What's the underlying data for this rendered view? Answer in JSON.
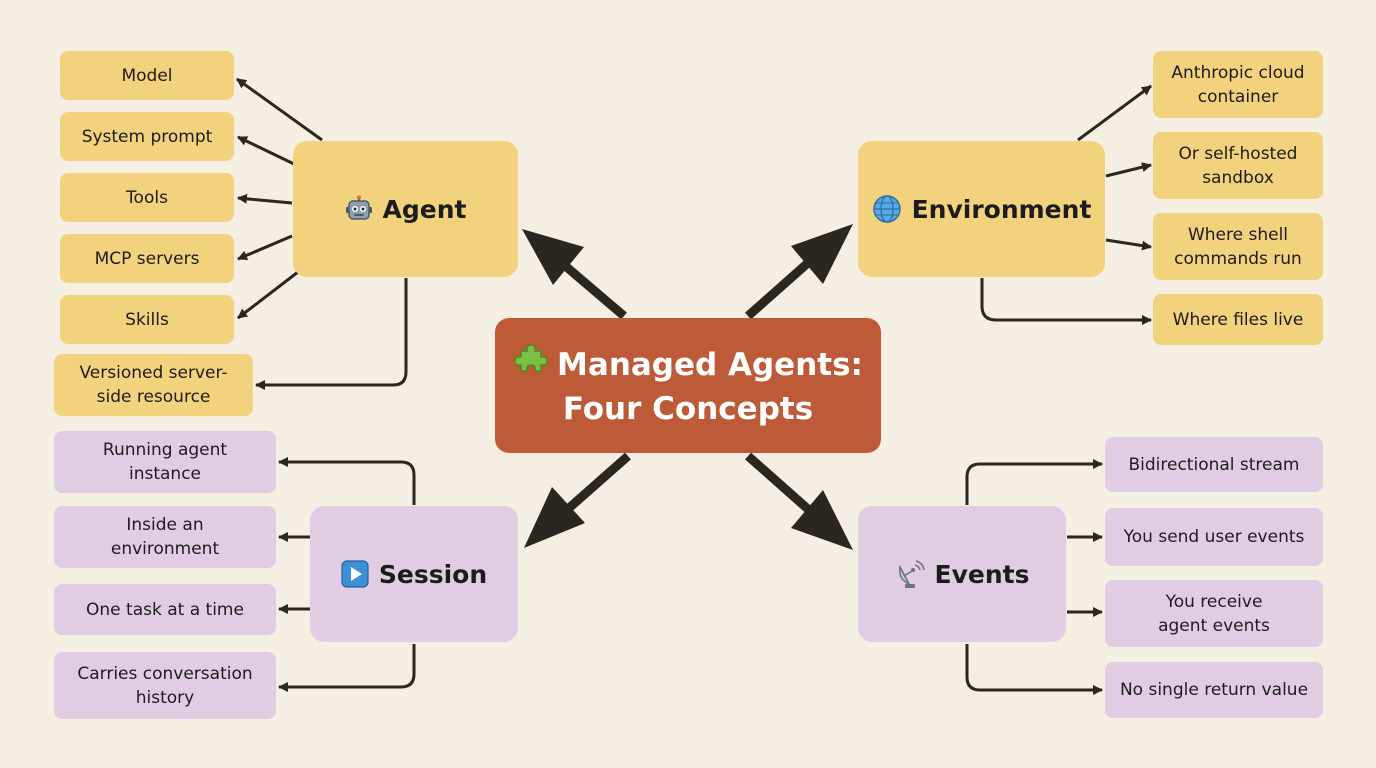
{
  "center": {
    "line1": "Managed Agents:",
    "line2": "Four Concepts",
    "icon": "puzzle-piece-icon",
    "color": "#bd5a38"
  },
  "hubs": {
    "agent": {
      "label": "Agent",
      "icon": "robot-icon"
    },
    "environment": {
      "label": "Environment",
      "icon": "globe-icon"
    },
    "session": {
      "label": "Session",
      "icon": "play-button-icon"
    },
    "events": {
      "label": "Events",
      "icon": "satellite-dish-icon"
    }
  },
  "agent_items": [
    [
      "Model"
    ],
    [
      "System prompt"
    ],
    [
      "Tools"
    ],
    [
      "MCP servers"
    ],
    [
      "Skills"
    ],
    [
      "Versioned server-",
      "side resource"
    ]
  ],
  "environment_items": [
    [
      "Anthropic cloud",
      "container"
    ],
    [
      "Or self-hosted",
      "sandbox"
    ],
    [
      "Where shell",
      "commands run"
    ],
    [
      "Where files live"
    ]
  ],
  "session_items": [
    [
      "Running agent",
      "instance"
    ],
    [
      "Inside an",
      "environment"
    ],
    [
      "One task at a time"
    ],
    [
      "Carries conversation",
      "history"
    ]
  ],
  "events_items": [
    [
      "Bidirectional stream"
    ],
    [
      "You send user events"
    ],
    [
      "You receive",
      "agent events"
    ],
    [
      "No single return value"
    ]
  ],
  "colors": {
    "background": "#f4efe2",
    "yellow": "#f3d27e",
    "purple": "#e1cde3",
    "center": "#bd5a38",
    "arrow": "#2b2620"
  }
}
